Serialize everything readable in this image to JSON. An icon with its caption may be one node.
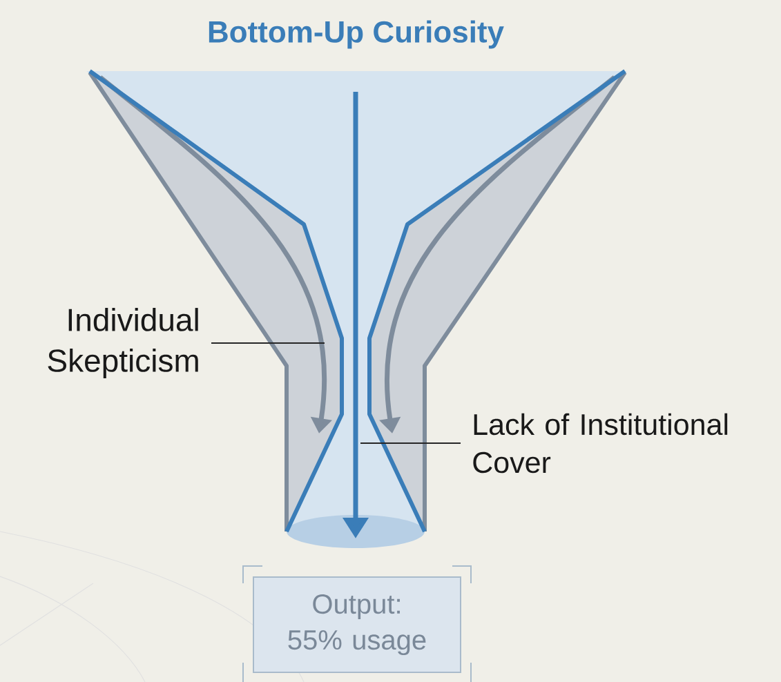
{
  "diagram": {
    "title": "Bottom-Up Curiosity",
    "nodes": [
      {
        "text": [
          "Individual Skepticism"
        ]
      },
      {
        "text": [
          "Lack of Institutional Cover"
        ]
      },
      {
        "text": [
          "Output: 55% usage"
        ]
      }
    ],
    "edges": [
      {
        "from": 0,
        "to": null,
        "arrow": "none"
      },
      {
        "from": 1,
        "to": null,
        "arrow": "none"
      }
    ]
  }
}
